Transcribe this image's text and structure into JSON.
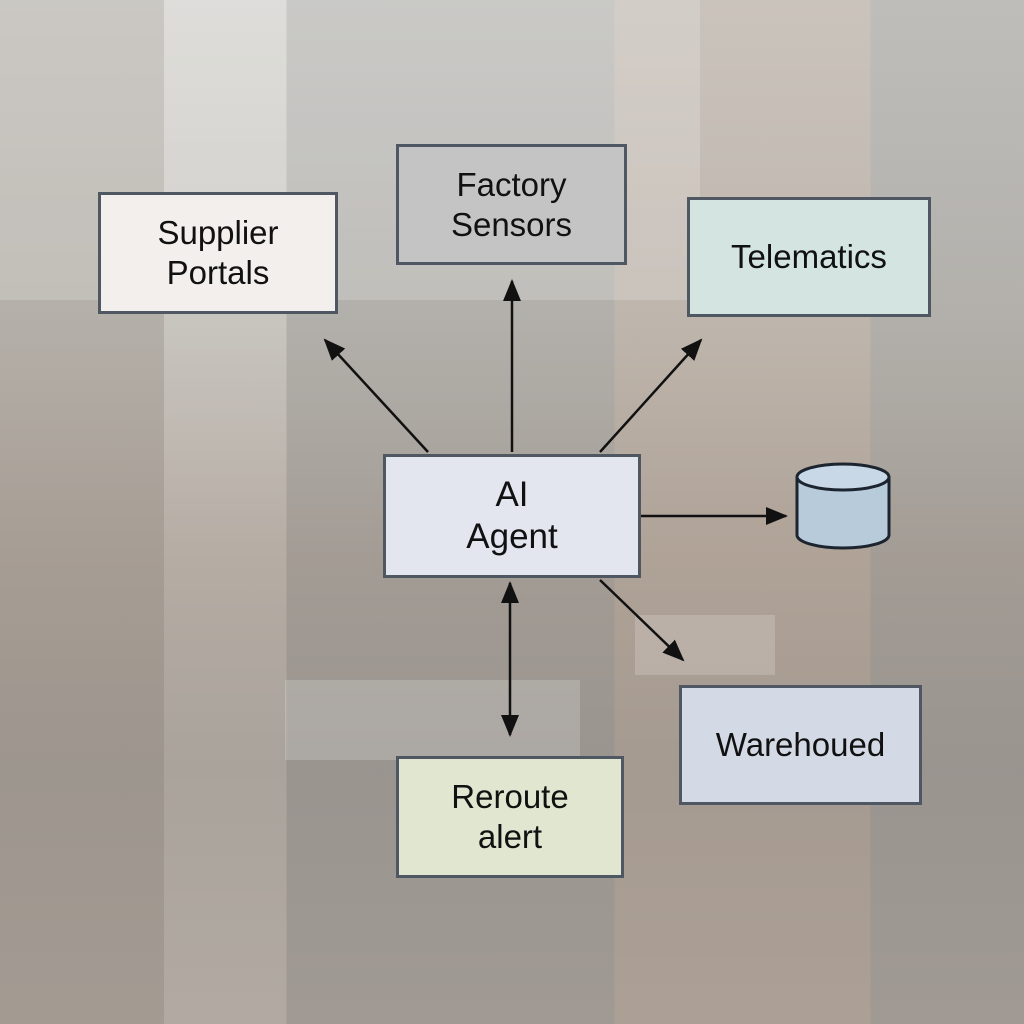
{
  "nodes": {
    "supplier_portals": "Supplier\nPortals",
    "factory_sensors": "Factory\nSensors",
    "telematics": "Telematics",
    "ai_agent": "AI\nAgent",
    "warehouse": "Warehoued",
    "reroute_alert": "Reroute\nalert"
  },
  "icons": {
    "database": "database-cylinder-icon"
  },
  "colors": {
    "supplier_portals": "#f3efec",
    "factory_sensors": "#c4c4c4",
    "telematics": "#d3e4e1",
    "ai_agent": "#e3e6ef",
    "warehouse": "#d4d9e6",
    "reroute_alert": "#e0e6cf",
    "database": "#b8cbdb"
  }
}
